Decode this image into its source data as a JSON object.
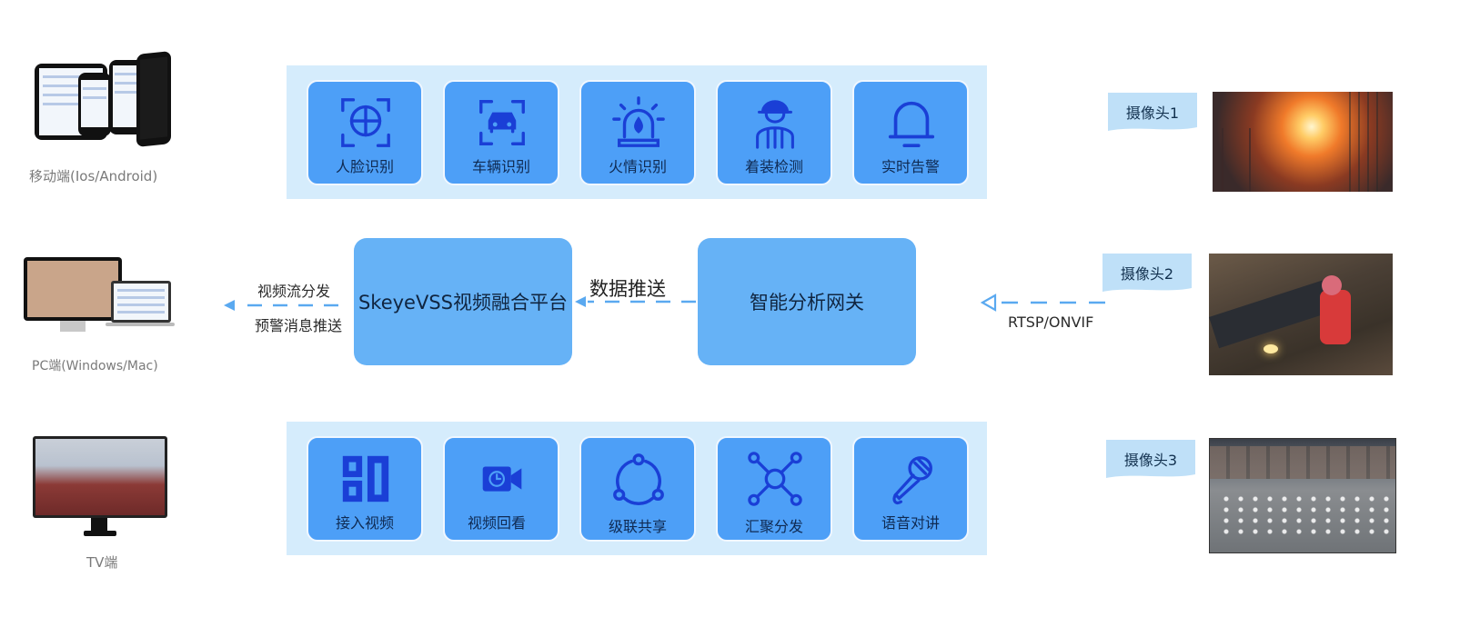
{
  "devices": {
    "mobile_label": "移动端(Ios/Android)",
    "pc_label": "PC端(Windows/Mac)",
    "tv_label": "TV端"
  },
  "top_panel": {
    "items": [
      {
        "label": "人脸识别",
        "icon": "face-recognition-icon"
      },
      {
        "label": "车辆识别",
        "icon": "vehicle-recognition-icon"
      },
      {
        "label": "火情识别",
        "icon": "fire-alarm-icon"
      },
      {
        "label": "着装检测",
        "icon": "worker-helmet-icon"
      },
      {
        "label": "实时告警",
        "icon": "bell-icon"
      }
    ]
  },
  "bottom_panel": {
    "items": [
      {
        "label": "接入视频",
        "icon": "video-access-icon"
      },
      {
        "label": "视频回看",
        "icon": "video-camera-clock-icon"
      },
      {
        "label": "级联共享",
        "icon": "cascade-share-icon"
      },
      {
        "label": "汇聚分发",
        "icon": "hub-network-icon"
      },
      {
        "label": "语音对讲",
        "icon": "microphone-icon"
      }
    ]
  },
  "center": {
    "platform": "SkeyeVSS视频融合平台",
    "gateway": "智能分析网关",
    "push_label": "数据推送",
    "out_label_1": "视频流分发",
    "out_label_2": "预警消息推送",
    "in_label": "RTSP/ONVIF"
  },
  "cameras": [
    {
      "label": "摄像头1"
    },
    {
      "label": "摄像头2"
    },
    {
      "label": "摄像头3"
    }
  ],
  "colors": {
    "panel_bg": "#d5ecfc",
    "card_bg": "#4d9ff7",
    "icon_blue": "#1a3fd6",
    "block_bg": "#66b2f6",
    "arrow": "#5aa9f0",
    "tag_bg": "#bfe0f8"
  }
}
